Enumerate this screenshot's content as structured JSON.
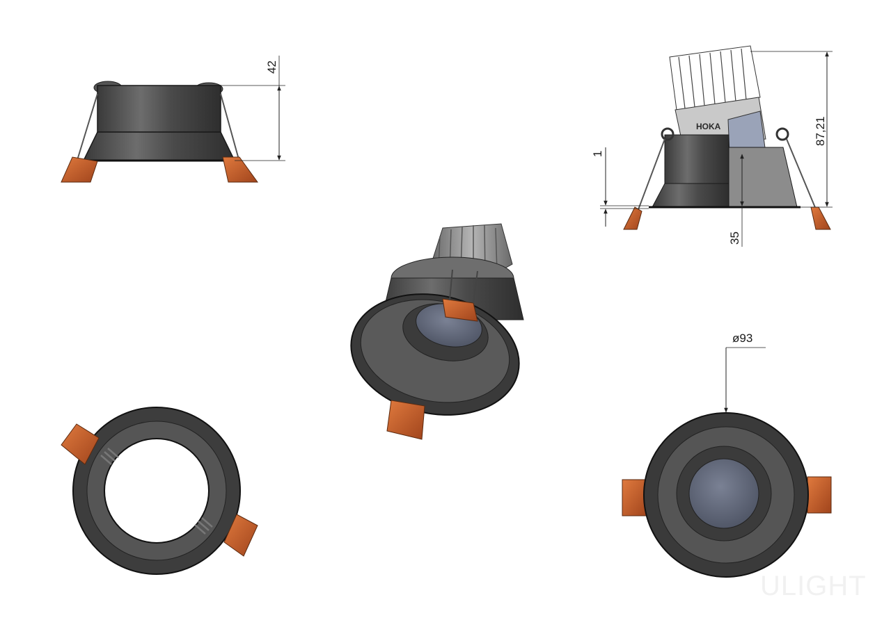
{
  "dimensions": {
    "front_height": "42",
    "total_height": "87,21",
    "tilt_depth": "35",
    "flange_thickness": "1",
    "diameter": "ø93"
  },
  "branding": {
    "housing_label": "HOKA",
    "watermark": "ULIGHT"
  },
  "colors": {
    "housing": "#4b4b4b",
    "housing_dark": "#2c2c2c",
    "heatsink": "#8a8a8a",
    "clip": "#c05a2a",
    "lens": "#5f6676",
    "dimension_line": "#222222"
  }
}
